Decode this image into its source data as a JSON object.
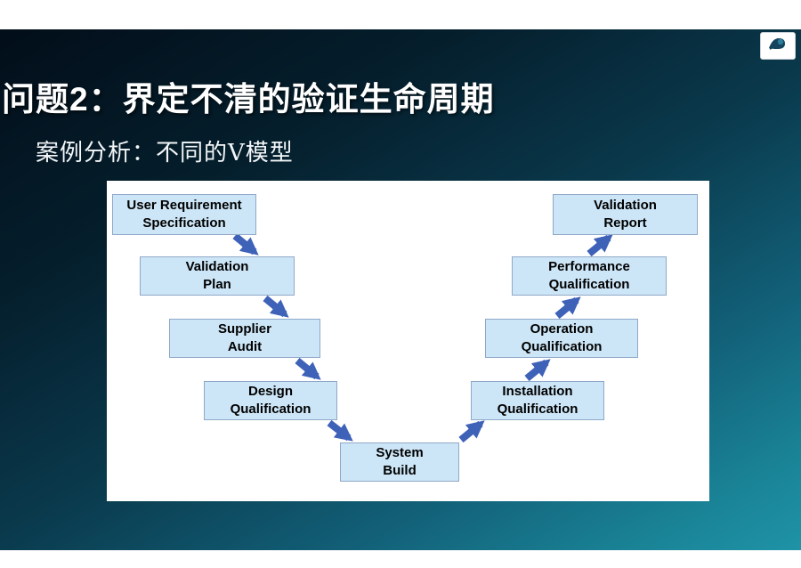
{
  "slide": {
    "title": "问题2：界定不清的验证生命周期",
    "subtitle": "案例分析：不同的V模型"
  },
  "logo": {
    "icon": "globe-hand-logo"
  },
  "diagram": {
    "boxes": {
      "urs": "User Requirement\nSpecification",
      "vp": "Validation\nPlan",
      "sa": "Supplier\nAudit",
      "dq": "Design\nQualification",
      "sb": "System\nBuild",
      "iq": "Installation\nQualification",
      "oq": "Operation\nQualification",
      "pq": "Performance\nQualification",
      "vr": "Validation\nReport"
    },
    "flow": [
      "User Requirement Specification → Validation Plan",
      "Validation Plan → Supplier Audit",
      "Supplier Audit → Design Qualification",
      "Design Qualification → System Build",
      "System Build → Installation Qualification",
      "Installation Qualification → Operation Qualification",
      "Operation Qualification → Performance Qualification",
      "Performance Qualification → Validation Report"
    ],
    "colors": {
      "box_fill": "#CDE6F7",
      "box_border": "#8FA8C8",
      "arrow": "#3E62B8",
      "panel_bg": "#FFFFFF"
    }
  }
}
